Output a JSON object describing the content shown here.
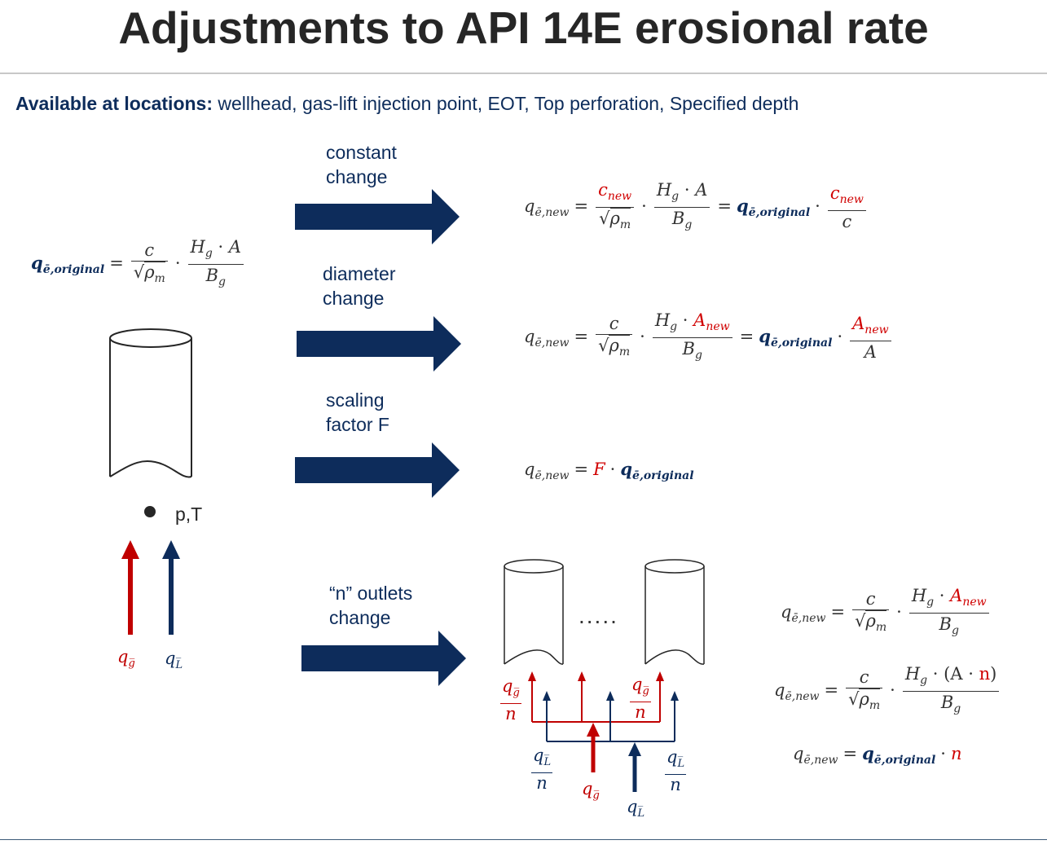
{
  "title": "Adjustments to API 14E erosional rate",
  "locations": {
    "label": "Available at locations:",
    "list": "wellhead, gas-lift injection point, EOT, Top perforation, Specified depth"
  },
  "labels": {
    "constant_1": "constant",
    "constant_2": "change",
    "diameter_1": "diameter",
    "diameter_2": "change",
    "scaling_1": "scaling",
    "scaling_2": "factor F",
    "outlets_1": "“n” outlets",
    "outlets_2": "change",
    "pt": "p,T",
    "dots": "....."
  },
  "symbols": {
    "q": "q",
    "e_orig": "ē,original",
    "e_new": "ē,new",
    "c": "c",
    "c_new_base": "c",
    "new": "new",
    "rho": "ρ",
    "m": "m",
    "H": "H",
    "g": "g",
    "A": "A",
    "B": "B",
    "F": "F",
    "n": "n",
    "g_bar": "g̅",
    "L_bar": "L̅",
    "A_times_n": "(A · ",
    "n_red": "n",
    "close": ")"
  },
  "colors": {
    "navy": "#0d2c5b",
    "red": "#c00000",
    "text": "#333333"
  }
}
